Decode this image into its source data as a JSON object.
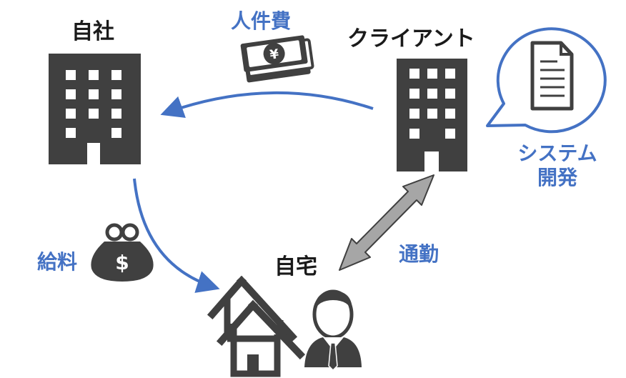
{
  "labels": {
    "own_company": "自社",
    "client": "クライアント",
    "home": "自宅",
    "labor_cost": "人件費",
    "salary": "給料",
    "commute": "通勤",
    "system_dev_line1": "システム",
    "system_dev_line2": "開発"
  },
  "icons": {
    "own_company": "office-building-icon",
    "client": "office-building-icon",
    "home": "house-icon",
    "person": "businessman-icon",
    "money": "yen-banknote-icon",
    "purse": "dollar-purse-icon",
    "document": "document-icon",
    "bubble": "speech-bubble-icon"
  },
  "colors": {
    "accent": "#4472c4",
    "icon": "#404040",
    "commute_arrow": "#a6a6a6",
    "text": "#1a1a1a"
  },
  "symbols": {
    "yen": "¥",
    "dollar": "$"
  }
}
